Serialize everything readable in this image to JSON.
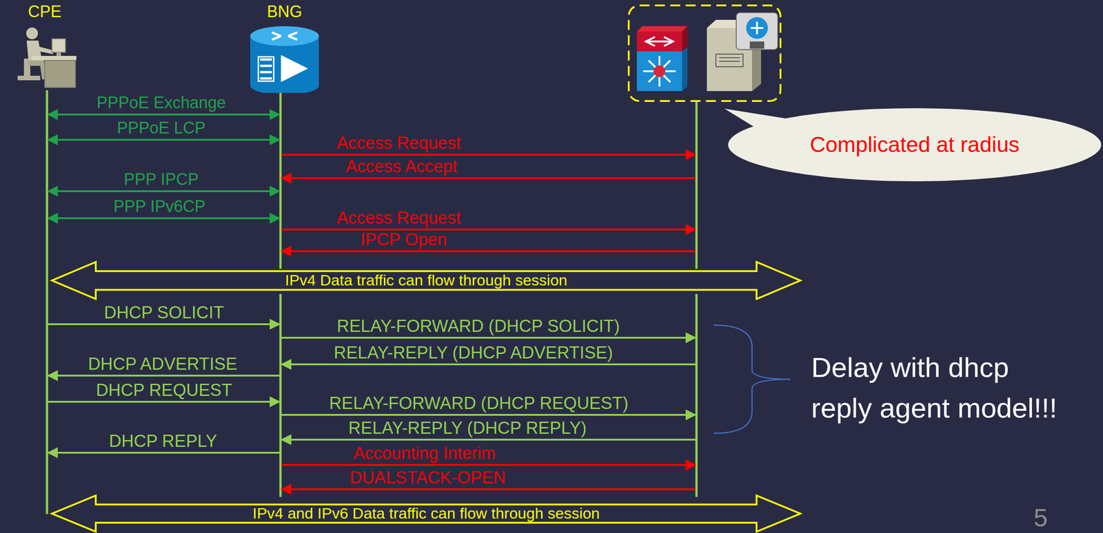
{
  "diagram": {
    "nodes": [
      {
        "text": [
          "CPE"
        ]
      },
      {
        "text": [
          "BNG"
        ]
      },
      {
        "text": [
          "Complicated at radius"
        ]
      },
      {
        "text": [
          "IPv4 Data traffic can flow through session"
        ]
      },
      {
        "text": [
          "IPv4 and IPv6 Data traffic can flow through session"
        ]
      }
    ],
    "labels": [
      "PPPoE Exchange",
      "PPPoE LCP",
      "Access Request",
      "Access Accept",
      "PPP IPCP",
      "PPP IPv6CP",
      "Access Request",
      "IPCP Open",
      "DHCP SOLICIT",
      "RELAY-FORWARD (DHCP SOLICIT)",
      "RELAY-REPLY (DHCP ADVERTISE)",
      "DHCP ADVERTISE",
      "DHCP REQUEST",
      "RELAY-FORWARD (DHCP REQUEST)",
      "RELAY-REPLY (DHCP REPLY)",
      "DHCP REPLY",
      "Accounting Interim",
      "DUALSTACK-OPEN",
      "Delay with dhcp reply agent model!!!",
      "5"
    ]
  }
}
